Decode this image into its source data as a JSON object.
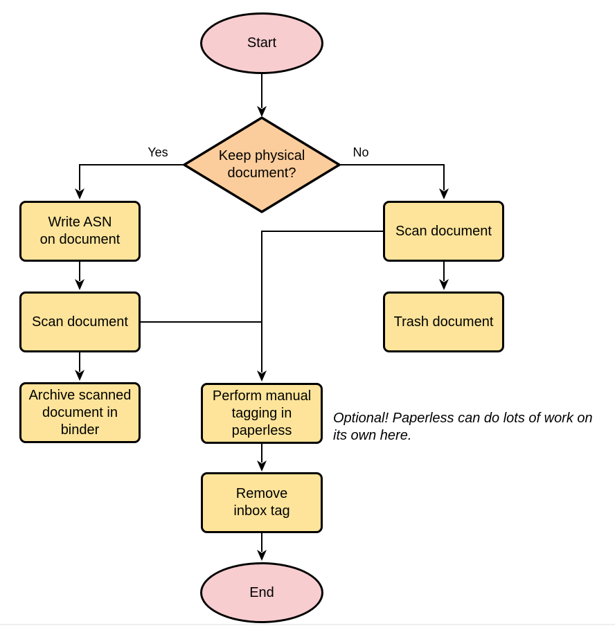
{
  "colors": {
    "terminator_fill": "#f8cdd0",
    "decision_fill": "#fccd9c",
    "process_fill": "#fde49a",
    "stroke": "#000000",
    "note_text": "#000000"
  },
  "flowchart": {
    "nodes": {
      "start": "Start",
      "decision": "Keep physical\ndocument?",
      "write_asn": "Write ASN\non document",
      "scan_keep": "Scan document",
      "archive": "Archive scanned\ndocument in\nbinder",
      "scan_no": "Scan document",
      "trash": "Trash document",
      "tagging": "Perform manual\ntagging in\npaperless",
      "remove_inbox": "Remove\ninbox tag",
      "end": "End"
    },
    "edge_labels": {
      "yes": "Yes",
      "no": "No"
    },
    "note": "Optional! Paperless can do lots of work on\nits own here."
  }
}
